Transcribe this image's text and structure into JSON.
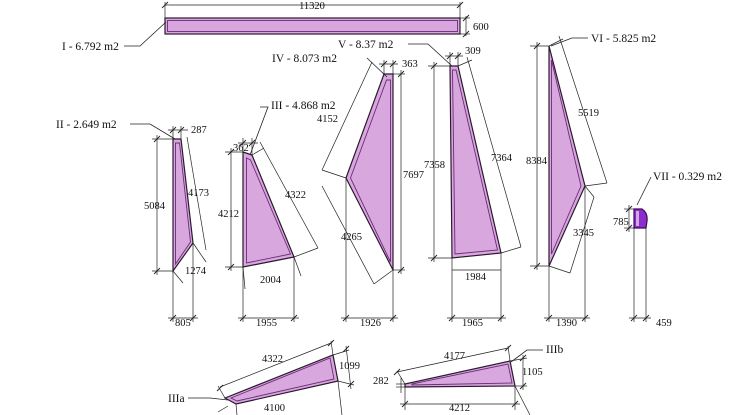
{
  "panels": {
    "I": {
      "label": "I - 6.792 m2"
    },
    "II": {
      "label": "II - 2.649 m2"
    },
    "III": {
      "label": "III - 4.868 m2"
    },
    "IV": {
      "label": "IV - 8.073 m2"
    },
    "V": {
      "label": "V - 8.37 m2"
    },
    "VI": {
      "label": "VI - 5.825 m2"
    },
    "VII": {
      "label": "VII - 0.329 m2"
    },
    "IIIa": {
      "label": "IIIa"
    },
    "IIIb": {
      "label": "IIIb"
    }
  },
  "dimensions": {
    "I": {
      "length": "11320",
      "height": "600"
    },
    "II": {
      "top": "287",
      "left": "5084",
      "right": "4173",
      "bottom_edge": "1274",
      "base": "805"
    },
    "III": {
      "top": "362",
      "left": "4212",
      "right": "4322",
      "bottom_edge": "2004",
      "base": "1955"
    },
    "IV": {
      "top": "363",
      "upper_left": "4152",
      "right": "7697",
      "lower_left": "4265",
      "base": "1926"
    },
    "V": {
      "top": "309",
      "left": "7358",
      "right": "7364",
      "bottom_edge": "1984",
      "base": "1965"
    },
    "VI": {
      "top_right": "5519",
      "left": "8384",
      "lower_right": "3345",
      "base": "1390"
    },
    "VII": {
      "height": "785",
      "base": "459"
    },
    "IIIa": {
      "top": "4322",
      "right": "1099",
      "bottom": "4100"
    },
    "IIIb": {
      "top": "4177",
      "left": "282",
      "right": "1105",
      "bottom": "4212"
    }
  }
}
